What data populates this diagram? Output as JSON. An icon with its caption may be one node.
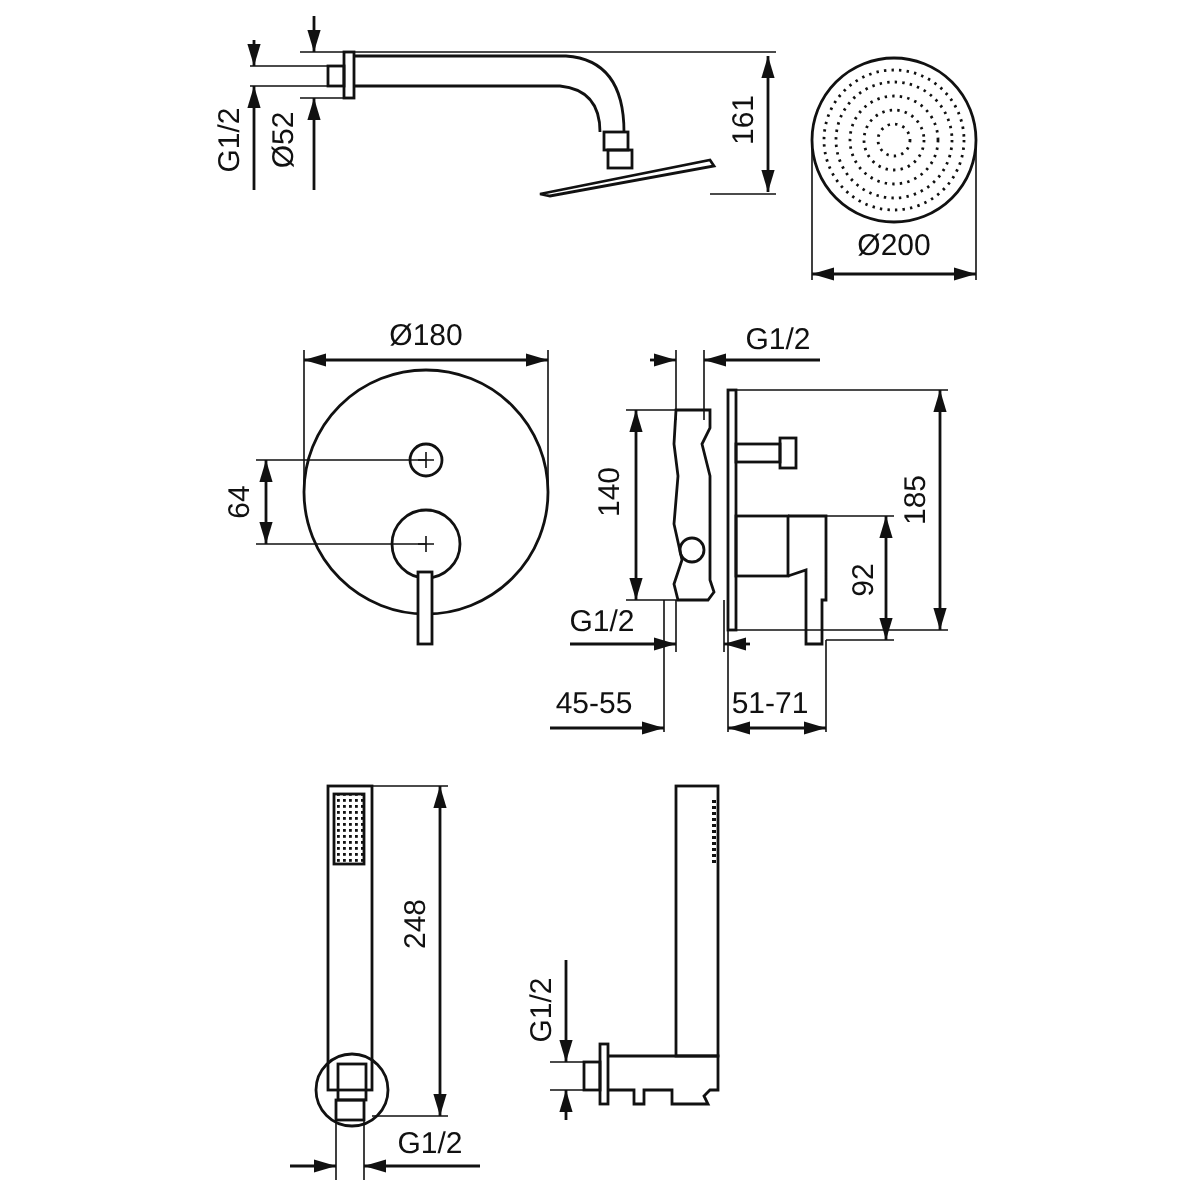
{
  "diagram": {
    "labels": [
      "G1/2",
      "Ø52",
      "161",
      "Ø200",
      "Ø180",
      "G1/2",
      "64",
      "140",
      "185",
      "92",
      "G1/2",
      "45-55",
      "51-71",
      "248",
      "G1/2",
      "G1/2"
    ]
  }
}
